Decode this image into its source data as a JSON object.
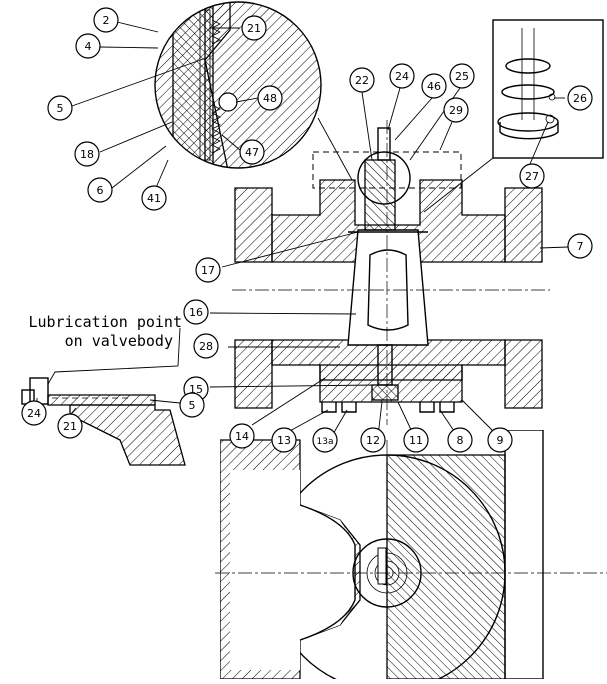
{
  "caption": {
    "line1": "Lubrication point",
    "line2": "on valvebody"
  },
  "labels": [
    {
      "id": "2",
      "text": "2"
    },
    {
      "id": "4",
      "text": "4"
    },
    {
      "id": "5a",
      "text": "5"
    },
    {
      "id": "18",
      "text": "18"
    },
    {
      "id": "6",
      "text": "6"
    },
    {
      "id": "41",
      "text": "41"
    },
    {
      "id": "47",
      "text": "47"
    },
    {
      "id": "48",
      "text": "48"
    },
    {
      "id": "21a",
      "text": "21"
    },
    {
      "id": "22",
      "text": "22"
    },
    {
      "id": "24a",
      "text": "24"
    },
    {
      "id": "46",
      "text": "46"
    },
    {
      "id": "25",
      "text": "25"
    },
    {
      "id": "29",
      "text": "29"
    },
    {
      "id": "26",
      "text": "26"
    },
    {
      "id": "27",
      "text": "27"
    },
    {
      "id": "7",
      "text": "7"
    },
    {
      "id": "17",
      "text": "17"
    },
    {
      "id": "16",
      "text": "16"
    },
    {
      "id": "28",
      "text": "28"
    },
    {
      "id": "15",
      "text": "15"
    },
    {
      "id": "14",
      "text": "14"
    },
    {
      "id": "13",
      "text": "13"
    },
    {
      "id": "13a",
      "text": "13a"
    },
    {
      "id": "12",
      "text": "12"
    },
    {
      "id": "11",
      "text": "11"
    },
    {
      "id": "8",
      "text": "8"
    },
    {
      "id": "9",
      "text": "9"
    },
    {
      "id": "24b",
      "text": "24"
    },
    {
      "id": "21b",
      "text": "21"
    },
    {
      "id": "5b",
      "text": "5"
    }
  ]
}
